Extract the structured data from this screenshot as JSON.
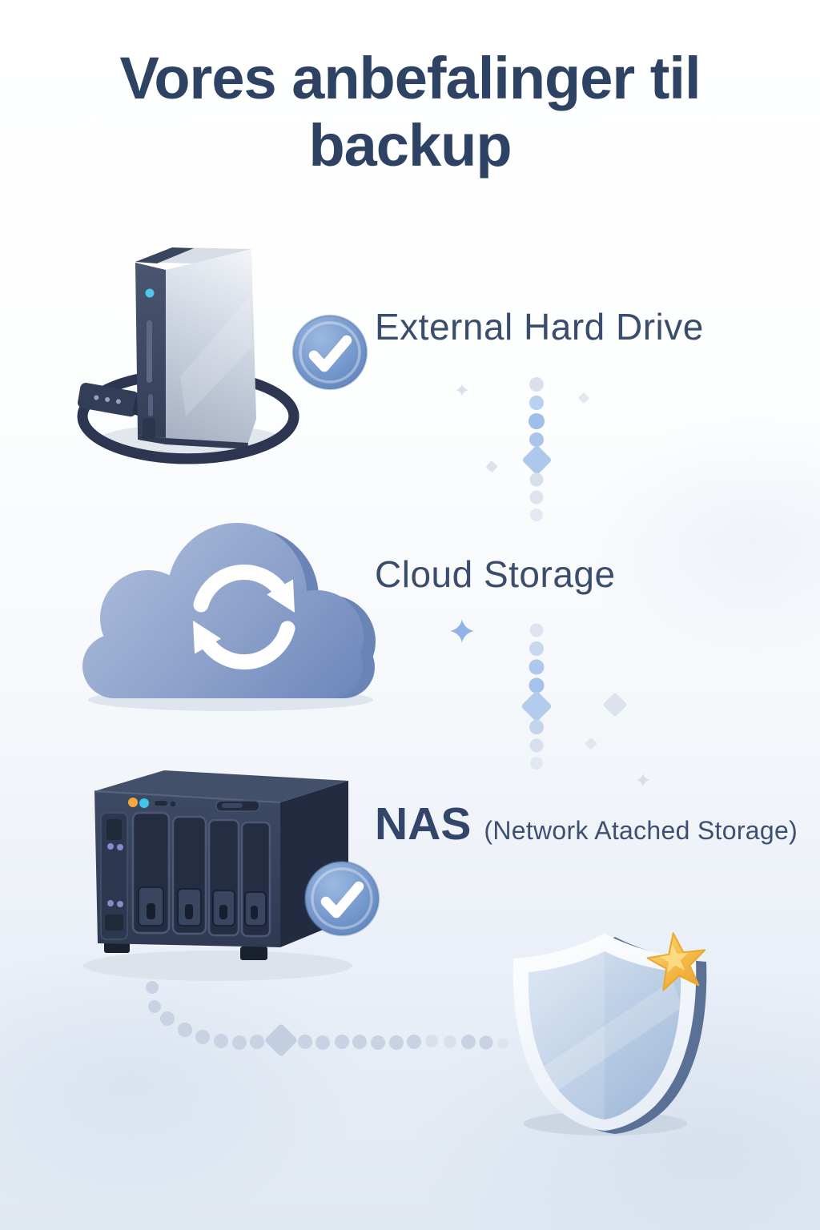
{
  "title": {
    "line1": "Vores anbefalinger til",
    "line2": "backup"
  },
  "items": [
    {
      "id": "external-hard-drive",
      "label": "External Hard Drive",
      "icon": "external-hard-drive-illustration",
      "badge": "checkmark"
    },
    {
      "id": "cloud-storage",
      "label": "Cloud Storage",
      "icon": "cloud-sync-illustration"
    },
    {
      "id": "nas",
      "label": "NAS",
      "sublabel": "(Network Atached Storage)",
      "icon": "nas-illustration",
      "badge": "checkmark"
    }
  ],
  "decorations": {
    "shield_icon": "shield-with-gold-star",
    "connectors": [
      "vertical-dotted-line",
      "curved-dotted-line"
    ],
    "sparkle_count": 3
  },
  "colors": {
    "title_text": "#2e4263",
    "label_text": "#3b4d6c",
    "badge_blue": "#6a8ec6",
    "cloud_blue": "#8098c6",
    "nas_body": "#323d56",
    "drive_silver": "#c2cbd9",
    "led_cyan": "#4fc8e8",
    "led_orange": "#f4a83d",
    "shield_blue": "#b9cce4",
    "star_gold": "#f2b93e",
    "dot_blue": "#a9c6ea",
    "dot_gray": "#ccd5e4",
    "background_bottom": "#dfe7f1"
  }
}
